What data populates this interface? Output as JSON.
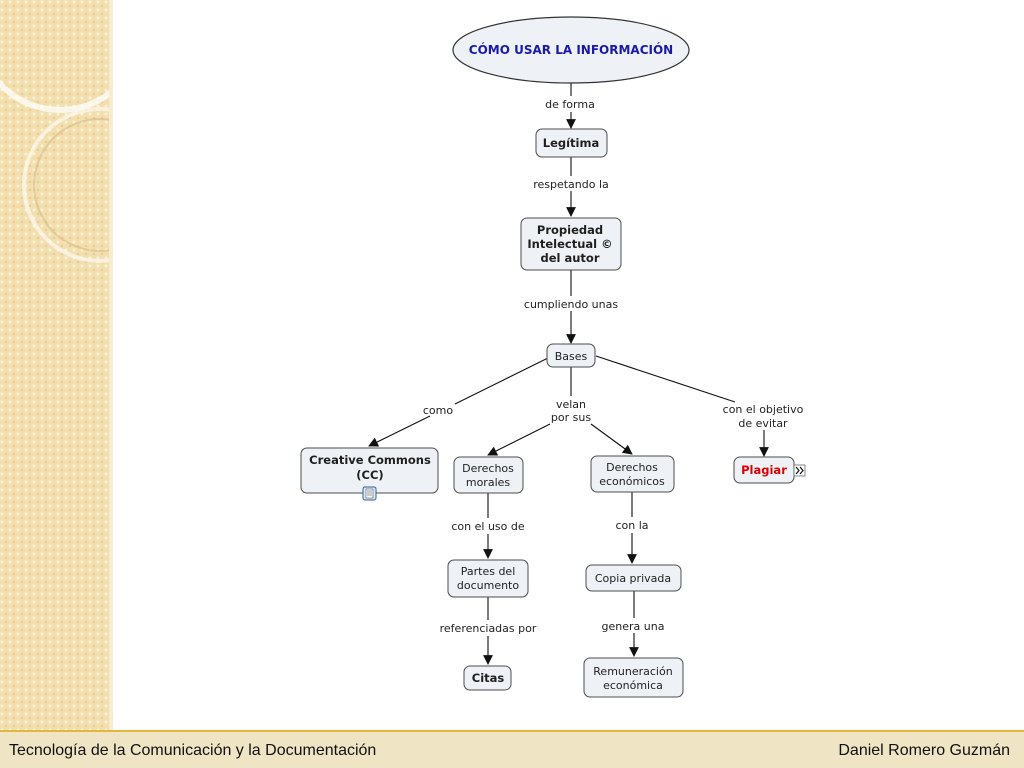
{
  "map": {
    "root": "CÓMO USAR LA INFORMACIÓN",
    "legitima": "Legítima",
    "propiedad": [
      "Propiedad",
      "Intelectual ©",
      "del autor"
    ],
    "bases": "Bases",
    "creative": [
      "Creative Commons",
      "(CC)"
    ],
    "derechos_morales": [
      "Derechos",
      "morales"
    ],
    "derechos_economicos": [
      "Derechos",
      "económicos"
    ],
    "plagiar": "Plagiar",
    "partes": [
      "Partes del",
      "documento"
    ],
    "citas": "Citas",
    "copia": "Copia privada",
    "remuneracion": [
      "Remuneración",
      "económica"
    ],
    "link_de_forma": "de forma",
    "link_respetando": "respetando la",
    "link_cumpliendo": "cumpliendo unas",
    "link_como": "como",
    "link_velan": [
      "velan",
      "por sus"
    ],
    "link_objetivo": [
      "con el objetivo",
      "de evitar"
    ],
    "link_uso": "con el uso de",
    "link_con_la": "con la",
    "link_referenciadas": "referenciadas por",
    "link_genera": "genera una",
    "colors": {
      "root_text": "#1a1aaa",
      "plagiar_text": "#e00000",
      "node_fill": "#eef2f6"
    }
  },
  "footer": {
    "left": "Tecnología de la Comunicación y la Documentación",
    "right": "Daniel Romero Guzmán"
  }
}
